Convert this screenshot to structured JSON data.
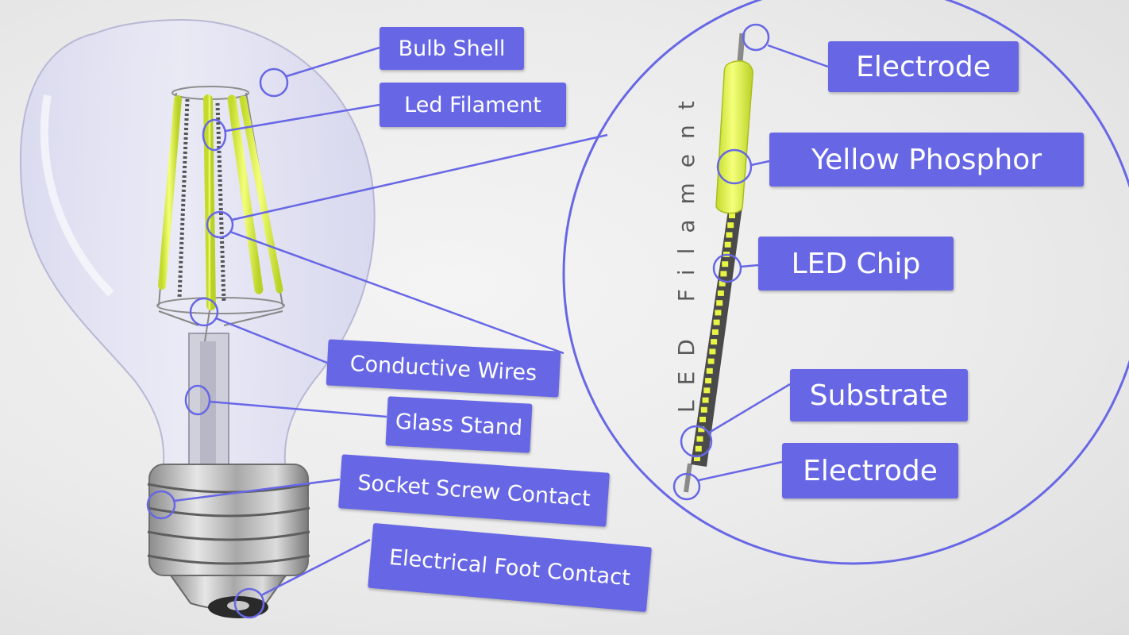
{
  "colors": {
    "accent": "#6767e6",
    "label_text": "#ffffff",
    "phosphor": "#dff04a",
    "chip": "#e8f545",
    "substrate": "#4a4a4a"
  },
  "zoom_caption": "LED Filament",
  "bulb_labels": {
    "bulb_shell": "Bulb Shell",
    "led_filament": "Led Filament",
    "conductive_wires": "Conductive Wires",
    "glass_stand": "Glass Stand",
    "socket_screw_contact": "Socket Screw Contact",
    "electrical_foot_contact": "Electrical Foot Contact"
  },
  "filament_labels": {
    "electrode_top": "Electrode",
    "yellow_phosphor": "Yellow Phosphor",
    "led_chip": "LED Chip",
    "substrate": "Substrate",
    "electrode_bottom": "Electrode"
  }
}
